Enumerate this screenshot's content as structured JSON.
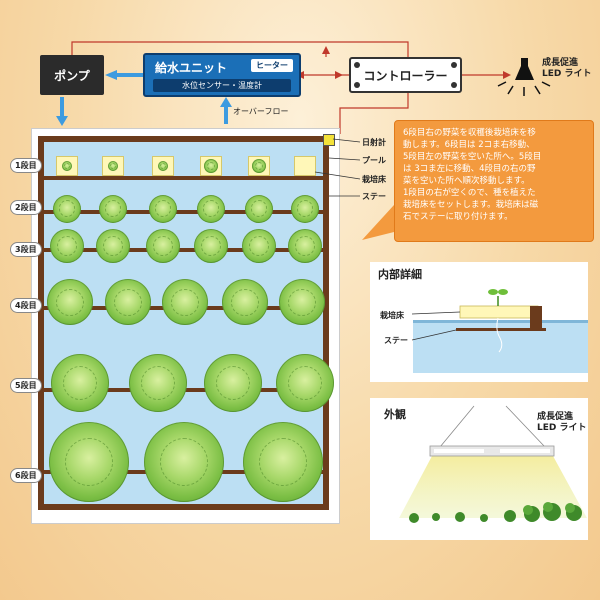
{
  "labels": {
    "pump": "ポンプ",
    "water_unit": "給水ユニット",
    "heater": "ヒーター",
    "sensor": "水位センサー・温度計",
    "overflow": "オーバーフロー",
    "controller": "コントローラー",
    "led_top": [
      "成長促進",
      "LED ライト"
    ],
    "solar_meter": "日射計",
    "pool": "プール",
    "bed": "栽培床",
    "stay": "ステー"
  },
  "rows": [
    "1段目",
    "2段目",
    "3段目",
    "4段目",
    "5段目",
    "6段目"
  ],
  "callout": [
    "6段目右の野菜を収穫後栽培床を移",
    "動します。6段目は 2コま右移動、",
    "5段目左の野菜を空いた所へ。5段目",
    "は 3コま左に移動、4段目の右の野",
    "菜を空いた所へ順次移動します。",
    "1段目の右が空くので、種を植えた",
    "栽培床をセットします。栽培床は磁",
    "石でステーに取り付けます。"
  ],
  "detail": {
    "title": "内部詳細",
    "bed": "栽培床",
    "stay": "ステー"
  },
  "exterior": {
    "title": "外観",
    "led": [
      "成長促進",
      "LED ライト"
    ]
  },
  "colors": {
    "pump": "#2b2b2b",
    "water_unit": "#1b6fb7",
    "callout": "#f39a3e",
    "frame": "#6b3b1c",
    "pool": "#bcdff3"
  }
}
